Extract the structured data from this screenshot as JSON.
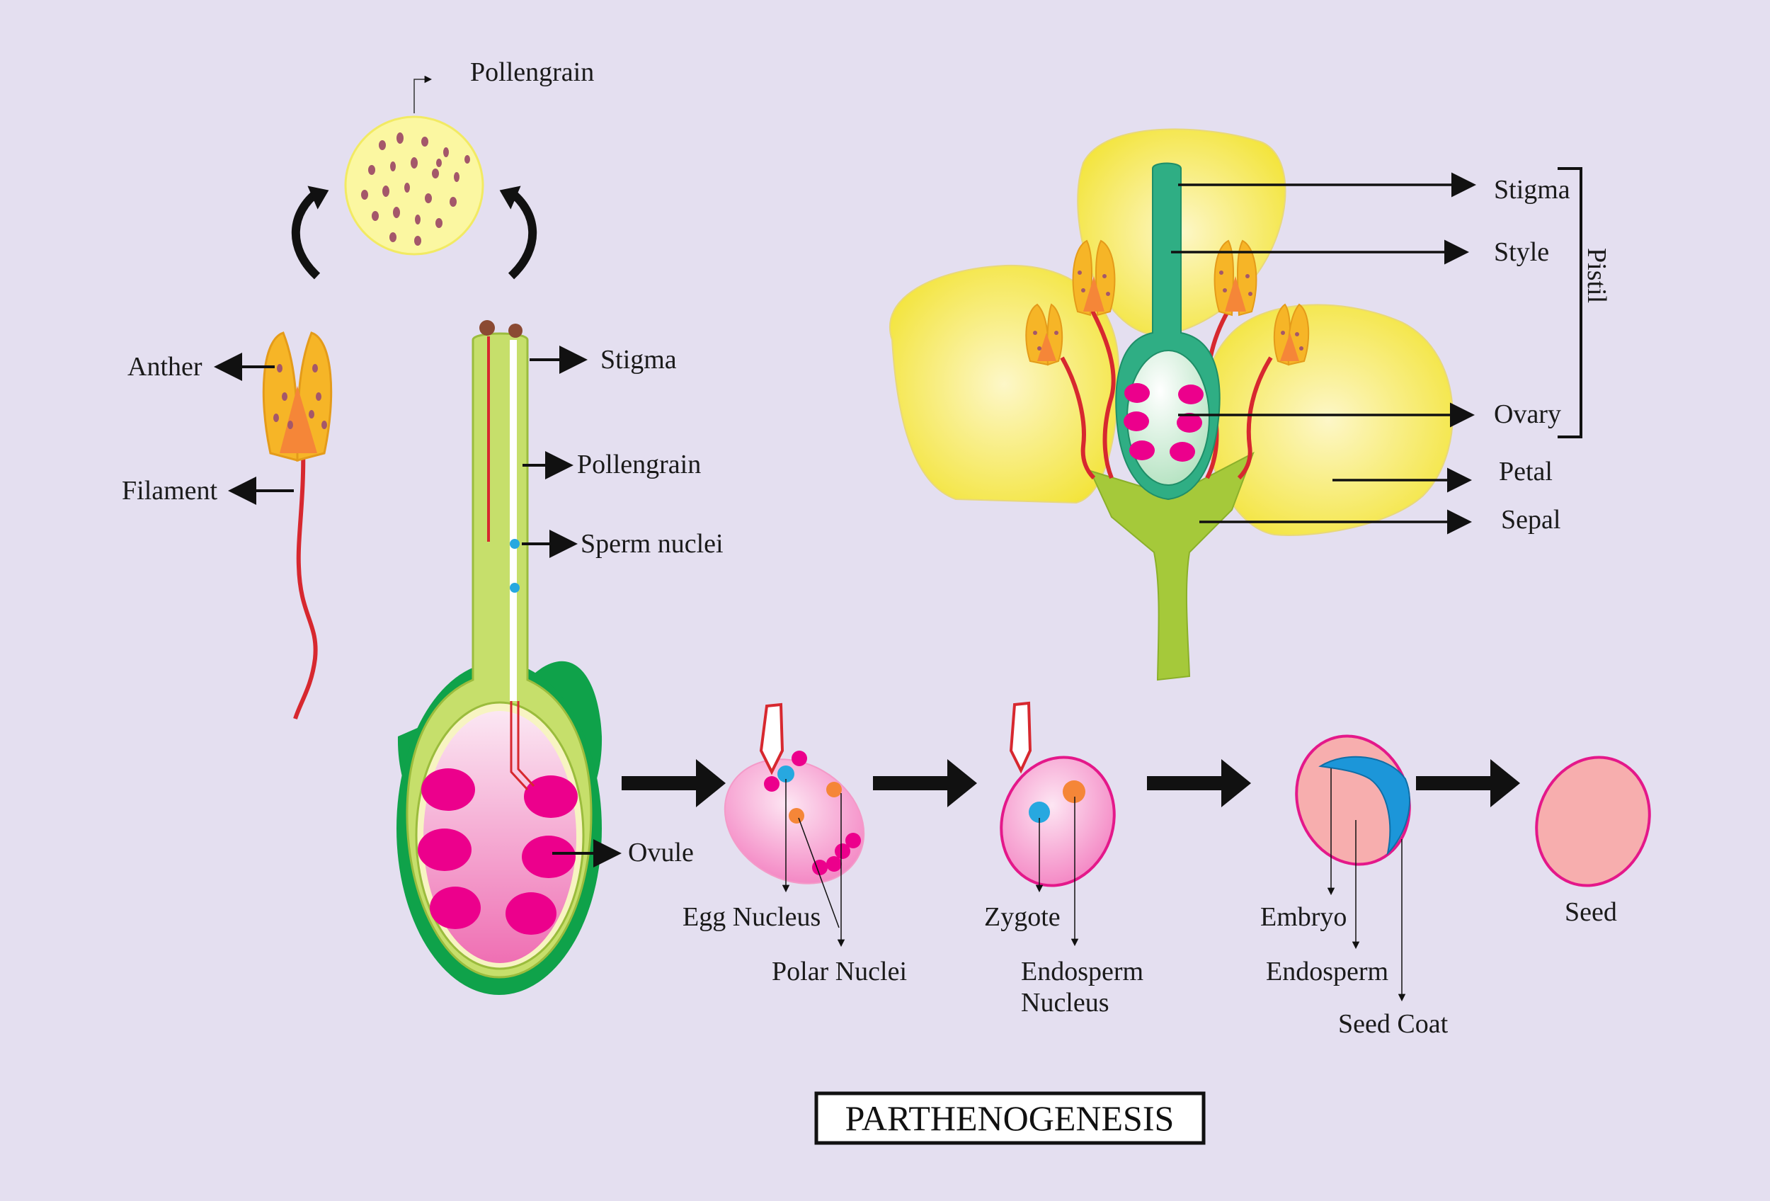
{
  "colors": {
    "background": "#e4dff0",
    "petal": "#f3e43a",
    "pistil": "#2fae84",
    "sepal": "#a5c93a",
    "ovule_pink": "#ec008c",
    "filament": "#d7282f",
    "anther": "#f6b527",
    "sperm": "#27a8e0"
  },
  "pollen_grain": {
    "label": "Pollengrain"
  },
  "stamen": {
    "anther_label": "Anther",
    "filament_label": "Filament"
  },
  "pistil_section": {
    "stigma_label": "Stigma",
    "pollengrain_label": "Pollengrain",
    "sperm_label": "Sperm nuclei",
    "ovule_label": "Ovule"
  },
  "flower": {
    "stigma_label": "Stigma",
    "style_label": "Style",
    "pistil_label": "Pistil",
    "ovary_label": "Ovary",
    "petal_label": "Petal",
    "sepal_label": "Sepal"
  },
  "stages": {
    "egg_nucleus": "Egg Nucleus",
    "polar_nuclei": "Polar Nuclei",
    "zygote": "Zygote",
    "endosperm_nucleus_line1": "Endosperm",
    "endosperm_nucleus_line2": "Nucleus",
    "embryo": "Embryo",
    "endosperm": "Endosperm",
    "seed_coat": "Seed Coat",
    "seed": "Seed"
  },
  "title": "PARTHENOGENESIS"
}
